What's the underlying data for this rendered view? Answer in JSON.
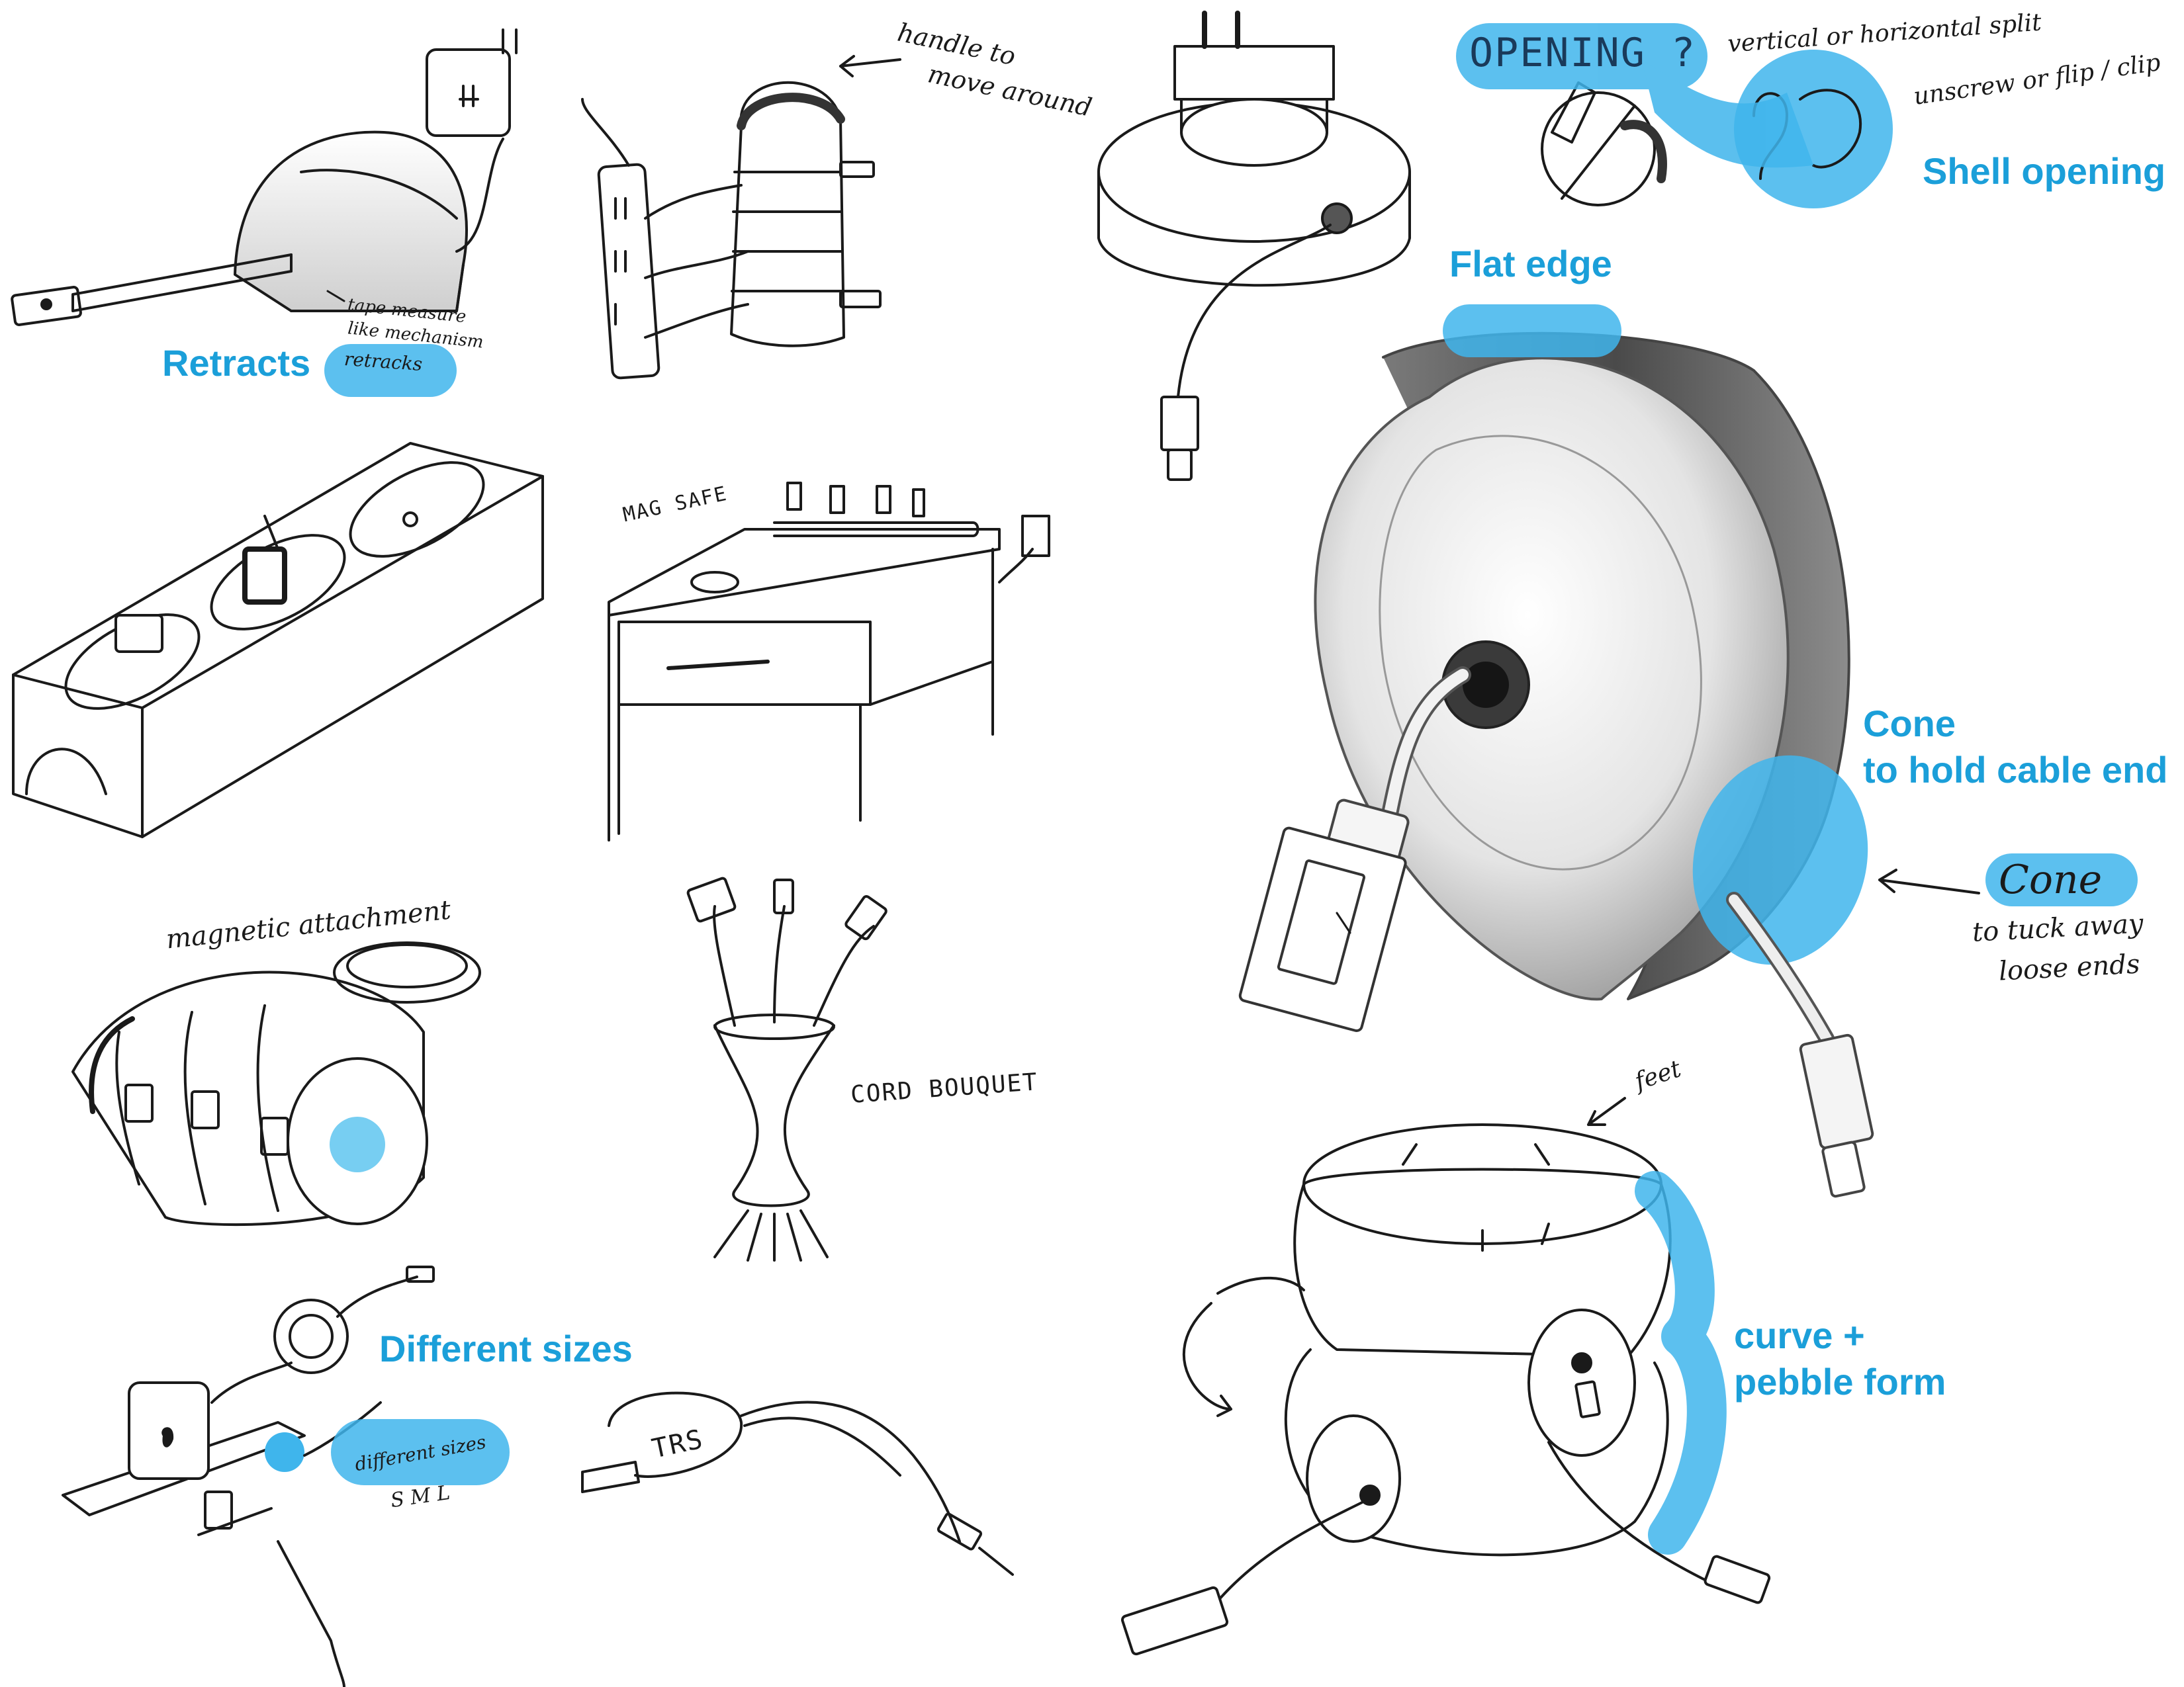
{
  "colors": {
    "highlight": "#3fb5ec",
    "label": "#1b9fd9",
    "ink": "#1a1a1a",
    "paper": "#ffffff"
  },
  "labels": {
    "retracts": "Retracts",
    "flat_edge": "Flat edge",
    "shell_opening": "Shell opening",
    "cone_line1": "Cone",
    "cone_line2": "to hold cable end",
    "different_sizes": "Different sizes",
    "curve_line1": "curve +",
    "curve_line2": "pebble form"
  },
  "handwriting": {
    "tape_measure_line1": "tape measure",
    "tape_measure_line2": "like mechanism",
    "retracks": "retracks",
    "handle_line1": "handle to",
    "handle_line2": "move around",
    "magsafe": "MAG SAFE",
    "magnetic_attachment": "magnetic attachment",
    "cord_bouquet": "CORD BOUQUET",
    "different_sizes": "different sizes",
    "sml": "S M L",
    "trs": "TRS",
    "opening": "OPENING ?",
    "split": "vertical or horizontal split",
    "unscrew": "unscrew or flip / clip",
    "cone": "Cone",
    "tuck_line1": "to tuck away",
    "tuck_line2": "loose ends",
    "feet": "feet"
  },
  "icons": [
    "wall-plug-icon",
    "usb-connector-icon",
    "lightning-connector-icon",
    "magsafe-connector-icon",
    "audio-jack-icon",
    "apple-logo-icon",
    "rotate-arrow-icon"
  ]
}
